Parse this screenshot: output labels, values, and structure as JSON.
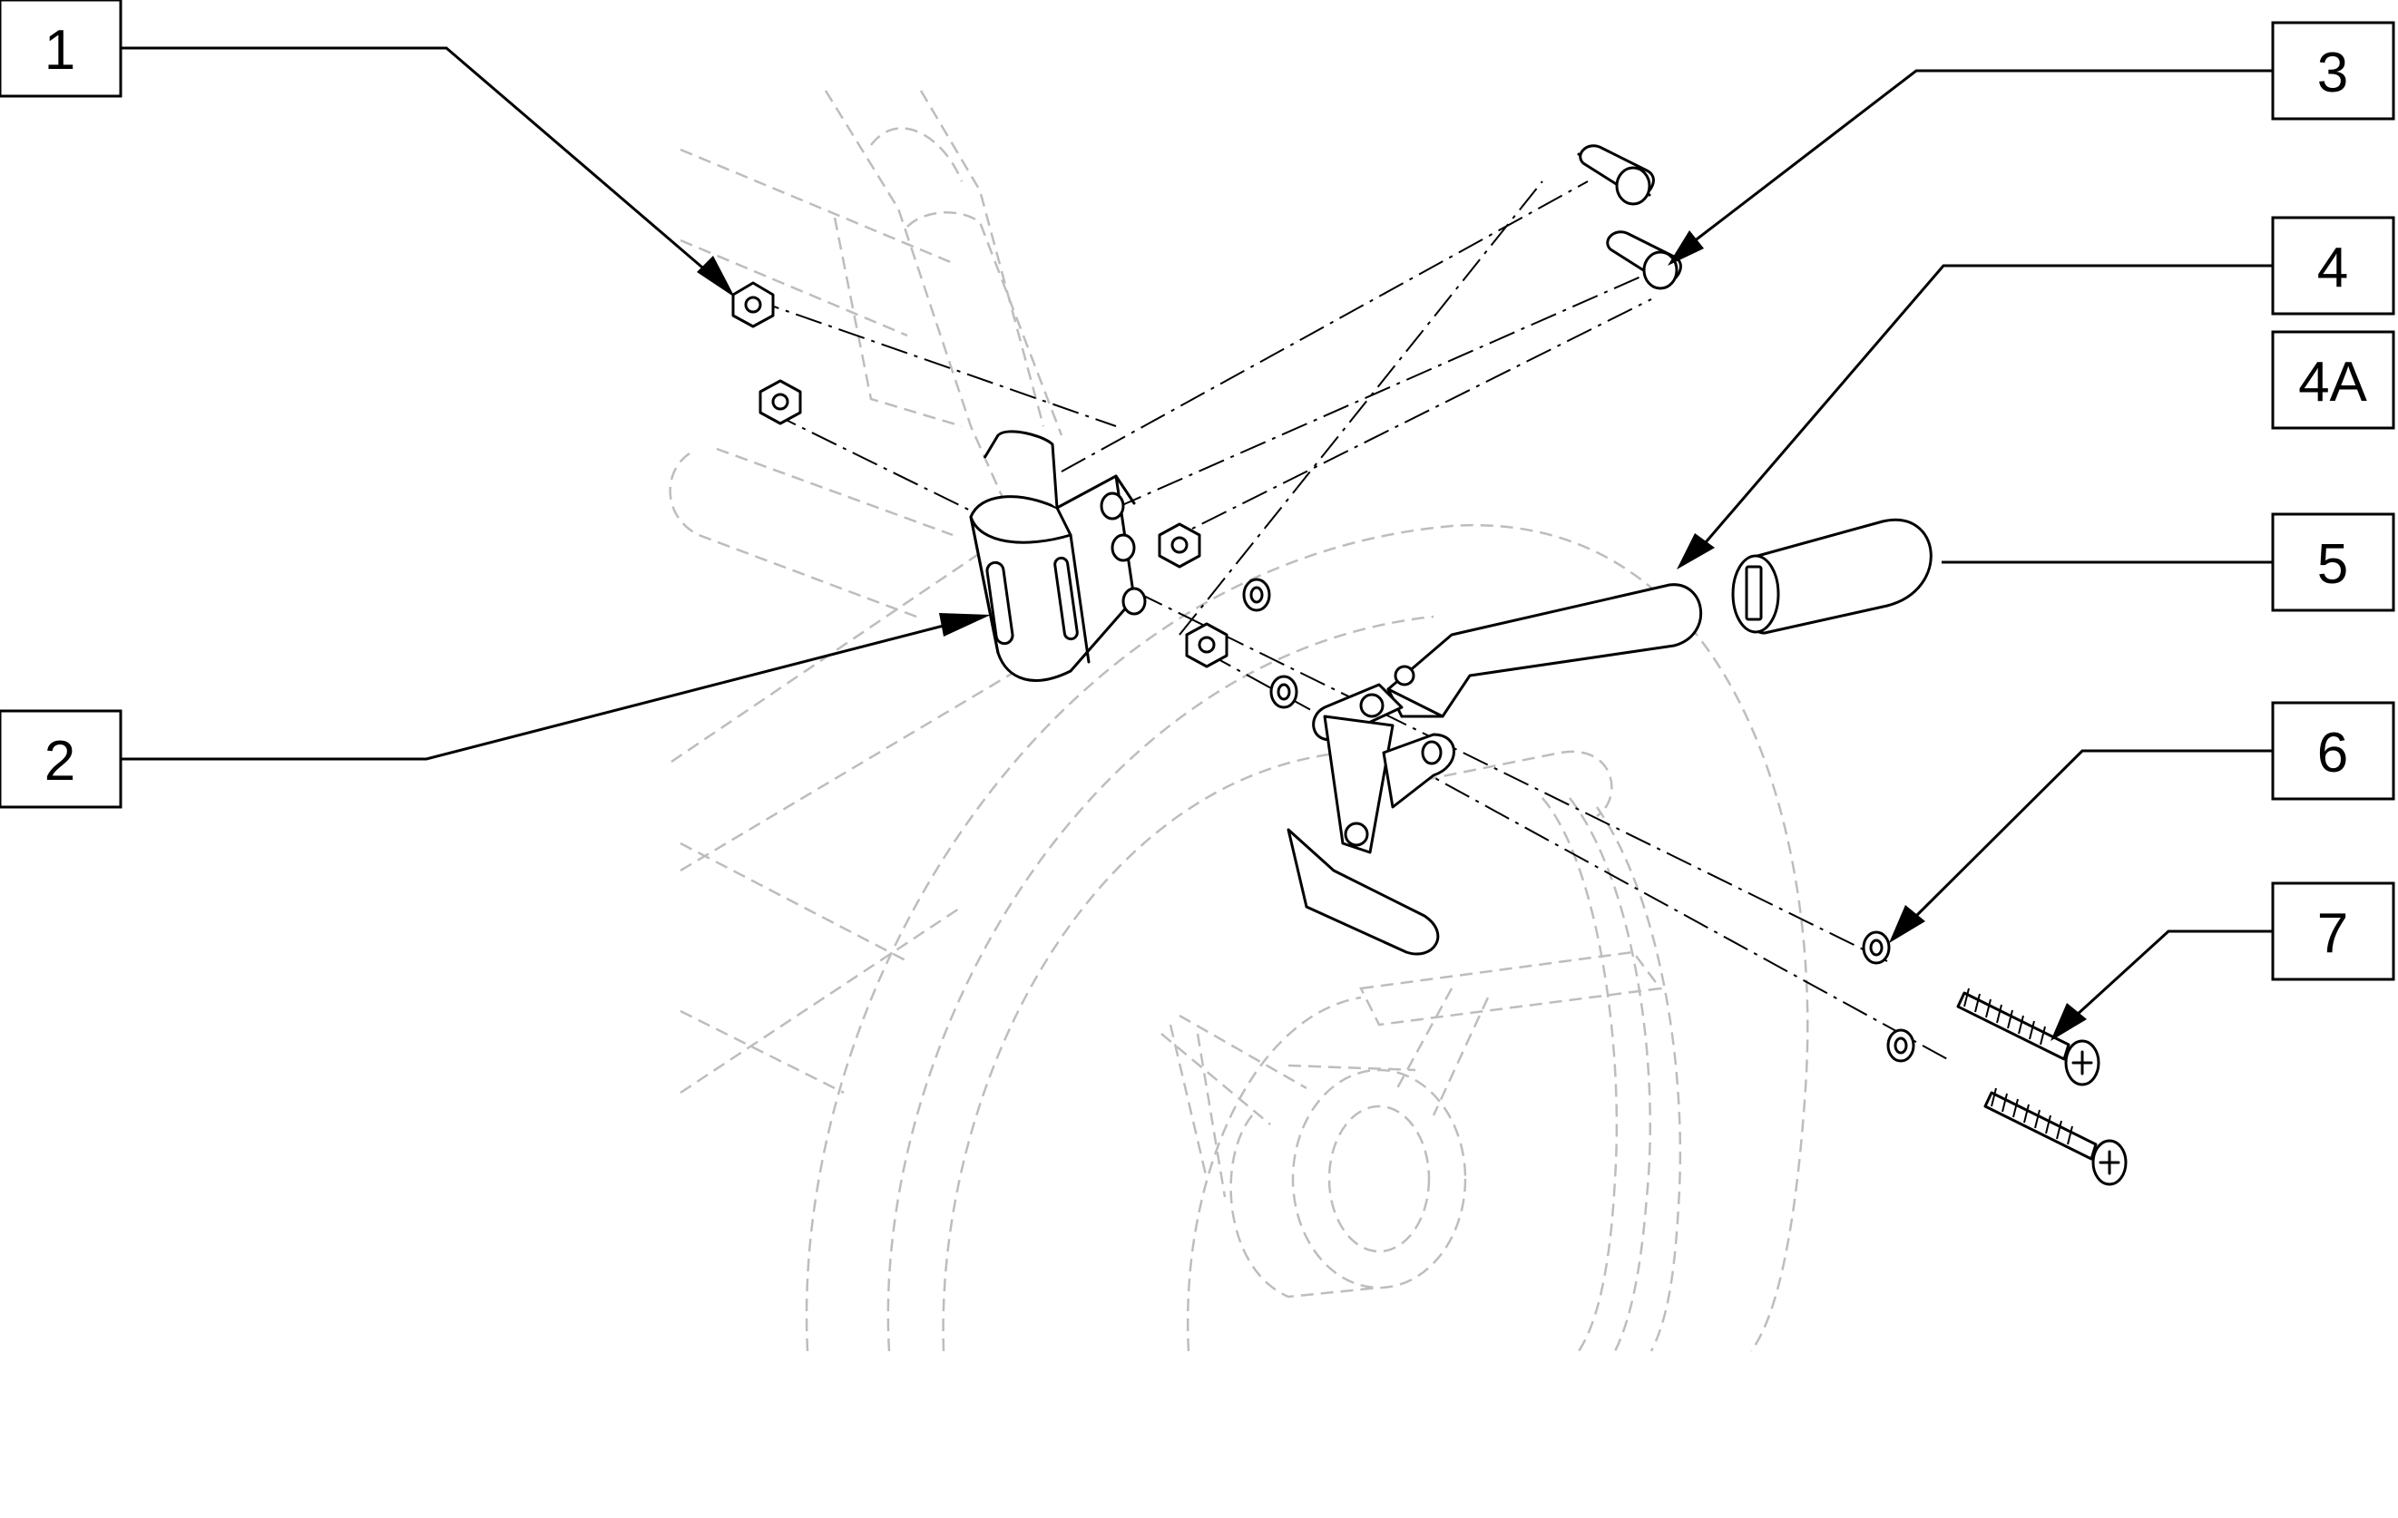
{
  "callouts": [
    {
      "id": "1",
      "label": "1"
    },
    {
      "id": "2",
      "label": "2"
    },
    {
      "id": "3",
      "label": "3"
    },
    {
      "id": "4",
      "label": "4"
    },
    {
      "id": "4a",
      "label": "4A"
    },
    {
      "id": "5",
      "label": "5"
    },
    {
      "id": "6",
      "label": "6"
    },
    {
      "id": "7",
      "label": "7"
    }
  ]
}
